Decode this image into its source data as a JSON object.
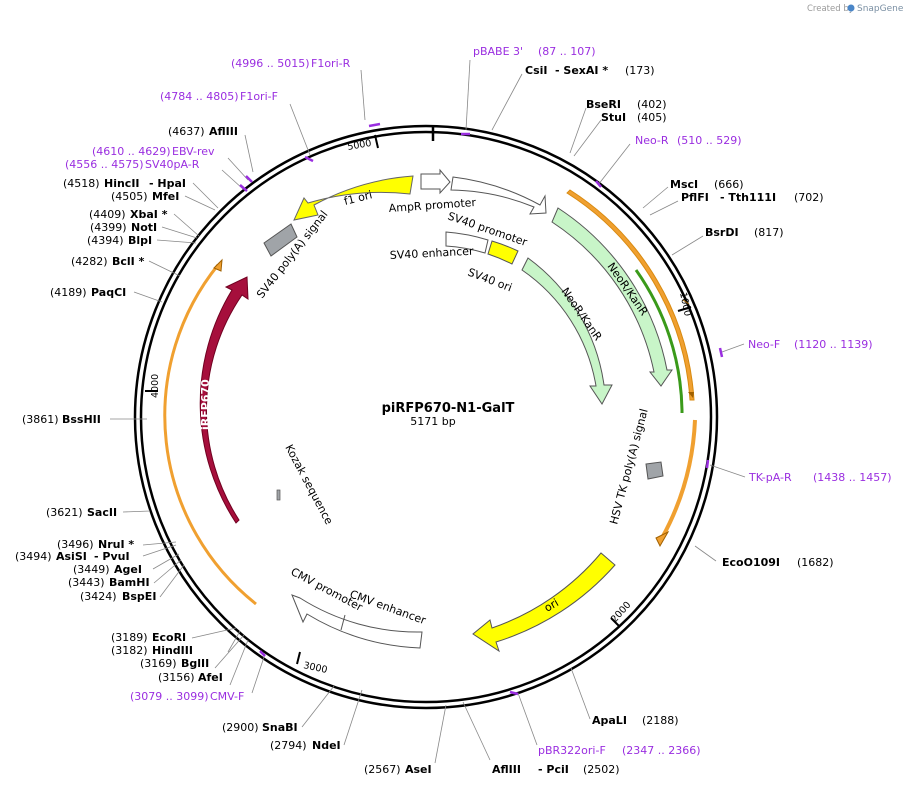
{
  "app": {
    "created_by": "Created by",
    "brand": "SnapGene"
  },
  "plasmid": {
    "name": "piRFP670-N1-GalT",
    "size_label": "5171 bp",
    "length_bp": 5171,
    "tick_labels": [
      "1000",
      "2000",
      "3000",
      "4000",
      "5000"
    ]
  },
  "colors": {
    "backbone": "#000000",
    "primer": "#9a2ee0",
    "neo_orf": "#f0a030",
    "neo_inner": "#3a9a1a",
    "ori": "#ffff00",
    "neo_feature": "#c8f5c8",
    "irfp670": "#a60f3c",
    "polyA": "#a0a4a8",
    "promoter": "#ffffff"
  },
  "features": [
    {
      "id": "f1-ori",
      "label": "f1 ori",
      "color": "#ffff00",
      "text_color": "#000000"
    },
    {
      "id": "ampr-promoter",
      "label": "AmpR promoter",
      "color": "#ffffff",
      "text_color": "#000000"
    },
    {
      "id": "sv40-promoter",
      "label": "SV40 promoter",
      "color": "#ffffff",
      "text_color": "#000000"
    },
    {
      "id": "sv40-enhancer",
      "label": "SV40 enhancer",
      "color": "#ffffff",
      "text_color": "#000000"
    },
    {
      "id": "sv40-ori",
      "label": "SV40 ori",
      "color": "#ffff00",
      "text_color": "#000000"
    },
    {
      "id": "neor-kanr-outer",
      "label": "NeoR/KanR",
      "color": "#c8f5c8",
      "text_color": "#000000"
    },
    {
      "id": "neor-kanr-inner",
      "label": "NeoR/KanR",
      "color": "#c8f5c8",
      "text_color": "#000000"
    },
    {
      "id": "sv40-polya",
      "label": "SV40 poly(A) signal",
      "color": "#a0a4a8",
      "text_color": "#000000"
    },
    {
      "id": "hsv-tk-polya",
      "label": "HSV TK poly(A) signal",
      "color": "#a0a4a8",
      "text_color": "#000000"
    },
    {
      "id": "irfp670",
      "label": "iRFP670",
      "color": "#a60f3c",
      "text_color": "#ffffff"
    },
    {
      "id": "kozak",
      "label": "Kozak sequence",
      "color": "#a0a4a8",
      "text_color": "#000000"
    },
    {
      "id": "cmv-promoter",
      "label": "CMV promoter",
      "color": "#ffffff",
      "text_color": "#000000"
    },
    {
      "id": "cmv-enhancer",
      "label": "CMV enhancer",
      "color": "#ffffff",
      "text_color": "#000000"
    },
    {
      "id": "ori",
      "label": "ori",
      "color": "#ffff00",
      "text_color": "#000000"
    }
  ],
  "primers": [
    {
      "name": "F1ori-R",
      "range": "(4996 .. 5015)"
    },
    {
      "name": "F1ori-F",
      "range": "(4784 .. 4805)"
    },
    {
      "name": "EBV-rev",
      "range": "(4610 .. 4629)"
    },
    {
      "name": "SV40pA-R",
      "range": "(4556 .. 4575)"
    },
    {
      "name": "pBABE 3'",
      "range": "(87 .. 107)"
    },
    {
      "name": "Neo-R",
      "range": "(510 .. 529)"
    },
    {
      "name": "Neo-F",
      "range": "(1120 .. 1139)"
    },
    {
      "name": "TK-pA-R",
      "range": "(1438 .. 1457)"
    },
    {
      "name": "pBR322ori-F",
      "range": "(2347 .. 2366)"
    },
    {
      "name": "CMV-F",
      "range": "(3079 .. 3099)"
    }
  ],
  "sites": [
    {
      "name": "CsiI",
      "name2": "SexAI *",
      "pos": "(173)"
    },
    {
      "name": "BseRI",
      "pos": "(402)"
    },
    {
      "name": "StuI",
      "pos": "(405)"
    },
    {
      "name": "MscI",
      "pos": "(666)"
    },
    {
      "name": "PflFI",
      "name2": "Tth111I",
      "pos": "(702)"
    },
    {
      "name": "BsrDI",
      "pos": "(817)"
    },
    {
      "name": "EcoO109I",
      "pos": "(1682)"
    },
    {
      "name": "ApaLI",
      "pos": "(2188)"
    },
    {
      "name": "AflIII",
      "name2": "PciI",
      "pos": "(2502)"
    },
    {
      "name": "AseI",
      "pos": "(2567)"
    },
    {
      "name": "NdeI",
      "pos": "(2794)"
    },
    {
      "name": "SnaBI",
      "pos": "(2900)"
    },
    {
      "name": "AfeI",
      "pos": "(3156)"
    },
    {
      "name": "BglII",
      "pos": "(3169)"
    },
    {
      "name": "HindIII",
      "pos": "(3182)"
    },
    {
      "name": "EcoRI",
      "pos": "(3189)"
    },
    {
      "name": "BspEI",
      "pos": "(3424)"
    },
    {
      "name": "BamHI",
      "pos": "(3443)"
    },
    {
      "name": "AgeI",
      "pos": "(3449)"
    },
    {
      "name": "AsiSI",
      "name2": "PvuI",
      "pos": "(3494)"
    },
    {
      "name": "NruI *",
      "pos": "(3496)"
    },
    {
      "name": "SacII",
      "pos": "(3621)"
    },
    {
      "name": "BssHII",
      "pos": "(3861)"
    },
    {
      "name": "PaqCI",
      "pos": "(4189)"
    },
    {
      "name": "BclI *",
      "pos": "(4282)"
    },
    {
      "name": "BlpI",
      "pos": "(4394)"
    },
    {
      "name": "NotI",
      "pos": "(4399)"
    },
    {
      "name": "XbaI *",
      "pos": "(4409)"
    },
    {
      "name": "MfeI",
      "pos": "(4505)"
    },
    {
      "name": "HincII",
      "name2": "HpaI",
      "pos": "(4518)"
    },
    {
      "name": "AflIII",
      "pos": "(4637)"
    }
  ]
}
